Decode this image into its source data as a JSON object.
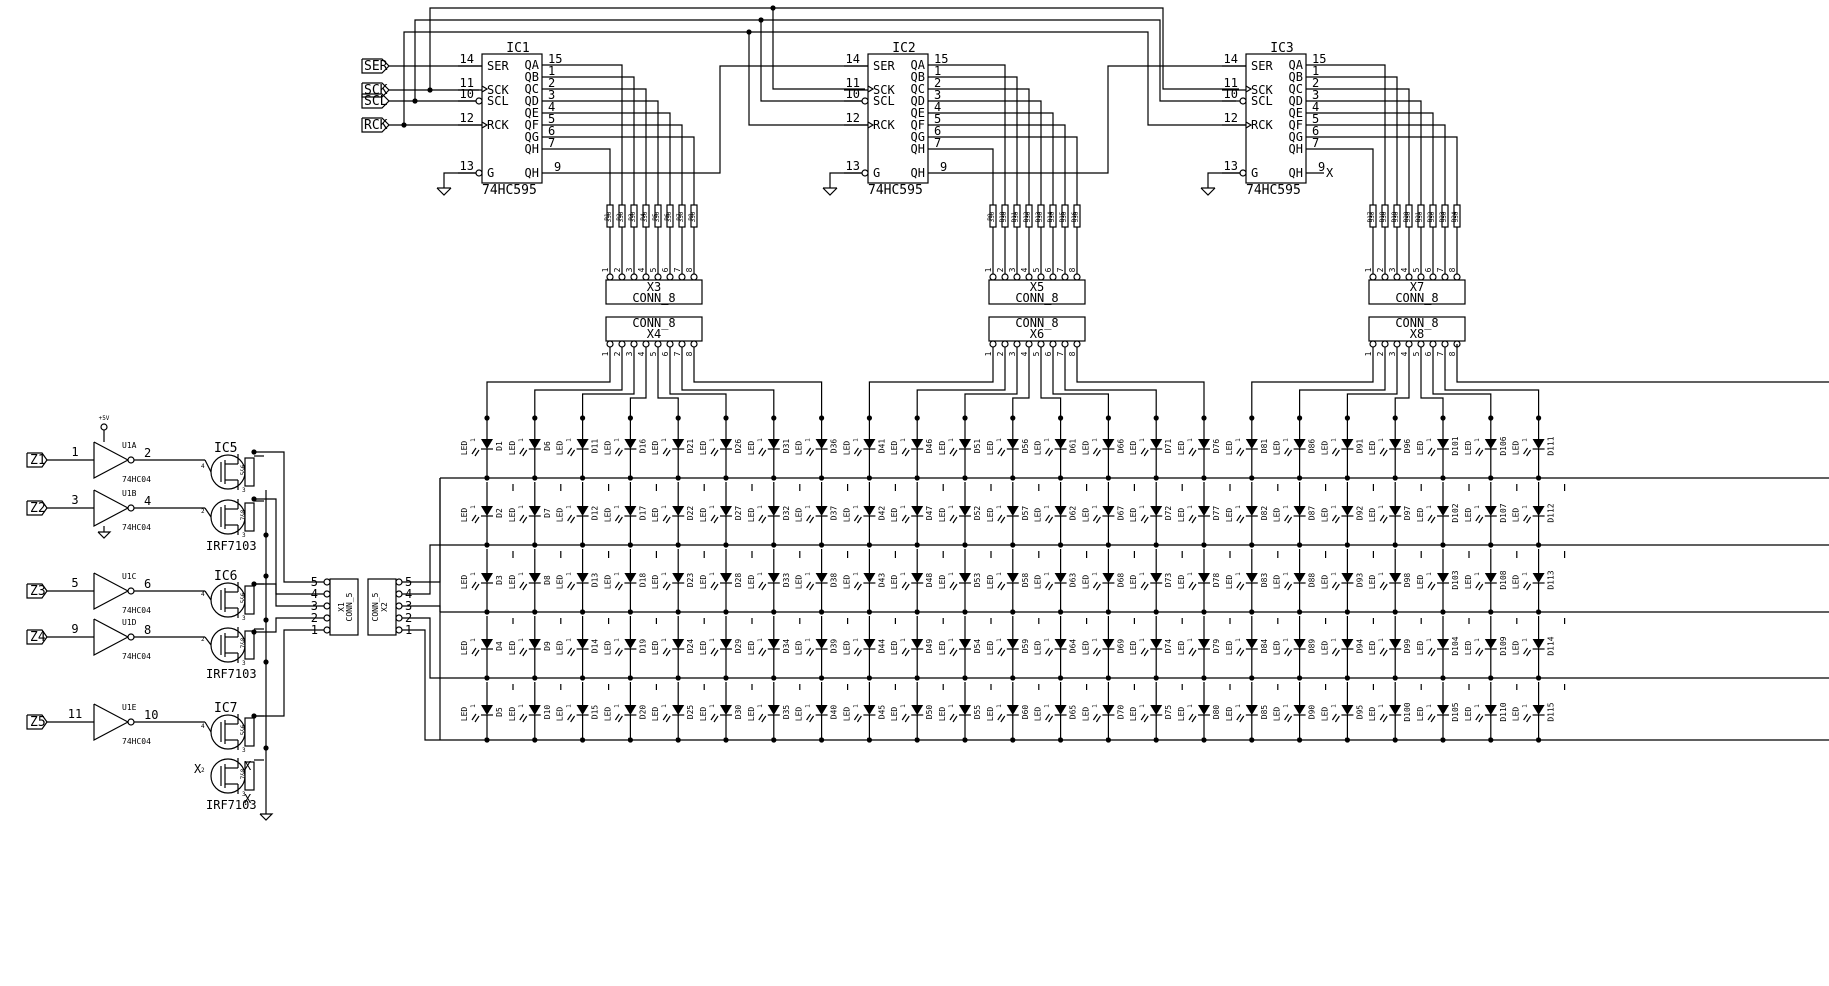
{
  "signals": [
    "SER",
    "SCK",
    "SCL",
    "RCK"
  ],
  "row_signals": [
    "Z1",
    "Z2",
    "Z3",
    "Z4",
    "Z5"
  ],
  "shift_registers": [
    {
      "ref": "IC1",
      "part": "74HC595",
      "qh_pin": "9"
    },
    {
      "ref": "IC2",
      "part": "74HC595",
      "qh_pin": "9"
    },
    {
      "ref": "IC3",
      "part": "74HC595",
      "qh_pin": "9"
    }
  ],
  "sr_left_pins": [
    {
      "num": "14",
      "name": "SER"
    },
    {
      "num": "11",
      "name": "SCK"
    },
    {
      "num": "10",
      "name": "SCL"
    },
    {
      "num": "12",
      "name": "RCK"
    },
    {
      "num": "13",
      "name": "G"
    }
  ],
  "sr_right_pins": [
    {
      "num": "15",
      "name": "QA"
    },
    {
      "num": "1",
      "name": "QB"
    },
    {
      "num": "2",
      "name": "QC"
    },
    {
      "num": "3",
      "name": "QD"
    },
    {
      "num": "4",
      "name": "QE"
    },
    {
      "num": "5",
      "name": "QF"
    },
    {
      "num": "6",
      "name": "QG"
    },
    {
      "num": "7",
      "name": "QH"
    }
  ],
  "qh_label": "QH",
  "resistor_banks": [
    {
      "first": "R1",
      "value": "330"
    },
    {
      "first": "R9",
      "value": "330"
    },
    {
      "first": "R17",
      "value": "330"
    }
  ],
  "conn8_top": [
    {
      "ref": "X3",
      "type": "CONN_8"
    },
    {
      "ref": "X5",
      "type": "CONN_8"
    },
    {
      "ref": "X7",
      "type": "CONN_8"
    }
  ],
  "conn8_bottom": [
    {
      "ref": "X4",
      "type": "CONN_8"
    },
    {
      "ref": "X6",
      "type": "CONN_8"
    },
    {
      "ref": "X8",
      "type": "CONN_8"
    }
  ],
  "conn8_pins": [
    "1",
    "2",
    "3",
    "4",
    "5",
    "6",
    "7",
    "8"
  ],
  "conn5": [
    {
      "ref": "X1",
      "type": "CONN_5",
      "pins": [
        "5",
        "4",
        "3",
        "2",
        "1"
      ]
    },
    {
      "ref": "X2",
      "type": "CONN_5",
      "pins": [
        "5",
        "4",
        "3",
        "2",
        "1"
      ]
    }
  ],
  "inverters": [
    {
      "ref": "U1A",
      "part": "74HC04",
      "in": "1",
      "out": "2"
    },
    {
      "ref": "U1B",
      "part": "74HC04",
      "in": "3",
      "out": "4"
    },
    {
      "ref": "U1C",
      "part": "74HC04",
      "in": "5",
      "out": "6"
    },
    {
      "ref": "U1D",
      "part": "74HC04",
      "in": "9",
      "out": "8"
    },
    {
      "ref": "U1E",
      "part": "74HC04",
      "in": "11",
      "out": "10"
    }
  ],
  "power_label": "+5V",
  "mosfet_packages": [
    {
      "ref": "IC5",
      "part": "IRF7103"
    },
    {
      "ref": "IC6",
      "part": "IRF7103"
    },
    {
      "ref": "IC7",
      "part": "IRF7103"
    }
  ],
  "mosfet_pins": {
    "gate_a": "4",
    "gate_b": "2",
    "drain_a": "5&6",
    "drain_b": "7&8",
    "source": "3"
  },
  "led_label": "LED",
  "led_pin": "1",
  "led_prefix": "D",
  "led_count": 115,
  "led_columns_visible": 23,
  "led_rows": 5,
  "nc_mark": "X"
}
